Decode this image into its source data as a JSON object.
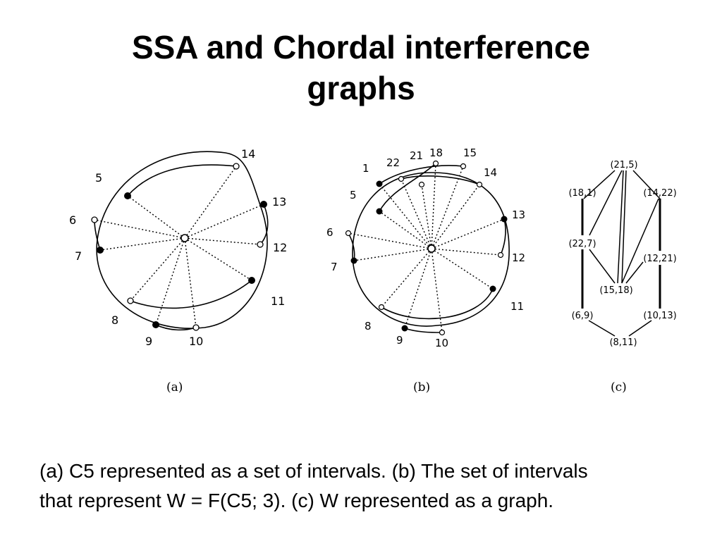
{
  "title": {
    "line1": "SSA and Chordal interference",
    "line2": "graphs"
  },
  "figure_a": {
    "panel_label": "(a)",
    "point_labels": [
      "14",
      "5",
      "13",
      "6",
      "12",
      "7",
      "11",
      "8",
      "9",
      "10"
    ]
  },
  "figure_b": {
    "panel_label": "(b)",
    "point_labels": [
      "22",
      "21",
      "18",
      "15",
      "1",
      "14",
      "5",
      "13",
      "6",
      "12",
      "7",
      "11",
      "8",
      "9",
      "10"
    ]
  },
  "figure_c": {
    "panel_label": "(c)",
    "nodes": [
      "(21,5)",
      "(18,1)",
      "(14,22)",
      "(22,7)",
      "(12,21)",
      "(15,18)",
      "(6,9)",
      "(10,13)",
      "(8,11)"
    ]
  },
  "caption": {
    "line1": "(a) C5 represented as a set of intervals. (b) The set of intervals",
    "line2": "that represent W = F(C5; 3). (c) W represented as a graph."
  }
}
